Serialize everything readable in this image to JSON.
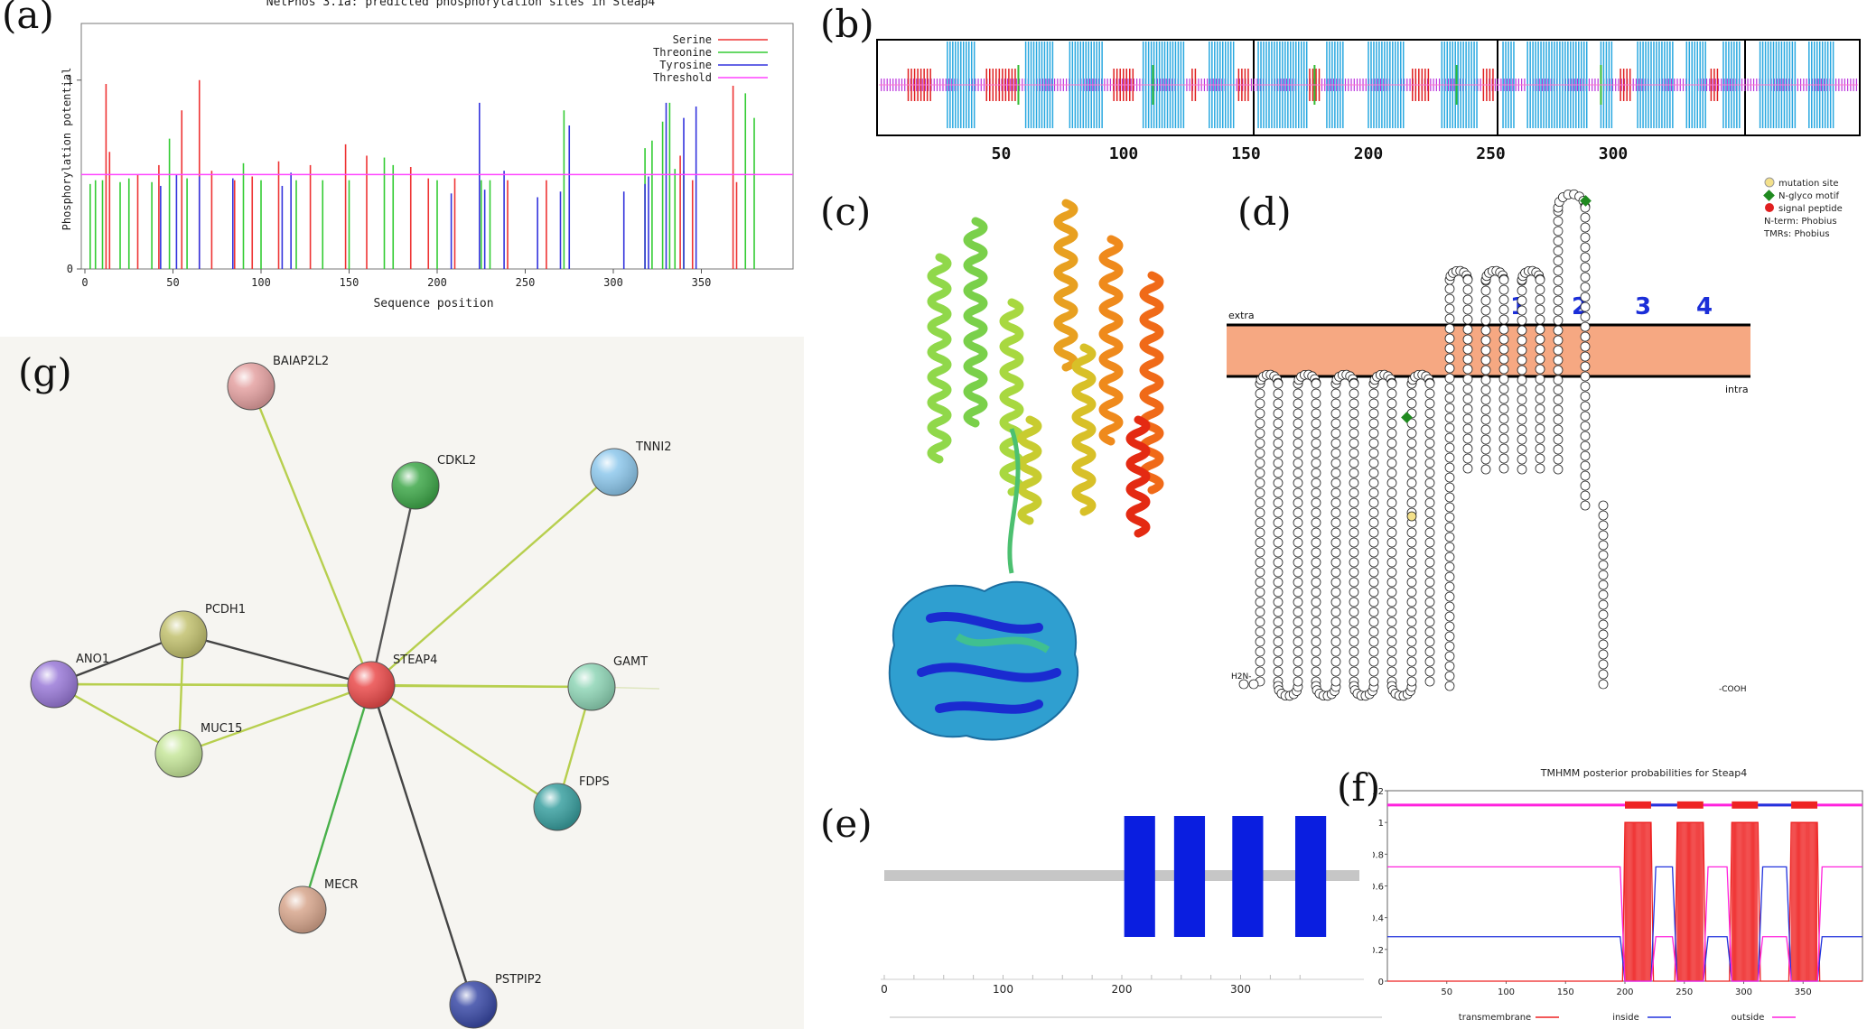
{
  "labels": {
    "a": "(a)",
    "b": "(b)",
    "c": "(c)",
    "d": "(d)",
    "e": "(e)",
    "f": "(f)",
    "g": "(g)"
  },
  "chart_data": [
    {
      "panel": "a",
      "type": "bar",
      "title": "NetPhos 3.1a: predicted phosphorylation sites in Steap4",
      "xlabel": "Sequence position",
      "ylabel": "Phosphorylation potential",
      "xlim": [
        0,
        400
      ],
      "ylim": [
        0,
        1.3
      ],
      "xticks": [
        0,
        50,
        100,
        150,
        200,
        250,
        300,
        350
      ],
      "yticks": [
        0,
        1
      ],
      "threshold": 0.5,
      "legend_position": "top-right",
      "colors": {
        "Serine": "#ee3333",
        "Threonine": "#33cc33",
        "Tyrosine": "#3333dd",
        "Threshold": "#ff44ff"
      },
      "series": [
        {
          "name": "Serine",
          "x": [
            12,
            14,
            30,
            42,
            55,
            65,
            72,
            85,
            95,
            110,
            128,
            148,
            160,
            185,
            195,
            210,
            240,
            262,
            338,
            345,
            368,
            370
          ],
          "values": [
            0.98,
            0.62,
            0.5,
            0.55,
            0.84,
            1.0,
            0.52,
            0.47,
            0.49,
            0.57,
            0.55,
            0.66,
            0.6,
            0.54,
            0.48,
            0.48,
            0.47,
            0.47,
            0.6,
            0.47,
            0.97,
            0.46
          ]
        },
        {
          "name": "Threonine",
          "x": [
            3,
            6,
            10,
            20,
            25,
            38,
            48,
            58,
            90,
            100,
            120,
            135,
            150,
            170,
            175,
            200,
            225,
            230,
            272,
            318,
            322,
            328,
            332,
            335,
            340,
            375,
            380
          ],
          "values": [
            0.45,
            0.47,
            0.47,
            0.46,
            0.48,
            0.46,
            0.69,
            0.48,
            0.56,
            0.47,
            0.47,
            0.47,
            0.47,
            0.59,
            0.55,
            0.47,
            0.47,
            0.47,
            0.84,
            0.64,
            0.68,
            0.78,
            0.88,
            0.53,
            0.52,
            0.93,
            0.8
          ]
        },
        {
          "name": "Tyrosine",
          "x": [
            43,
            52,
            65,
            84,
            112,
            117,
            208,
            224,
            227,
            238,
            257,
            270,
            275,
            306,
            318,
            320,
            330,
            340,
            347
          ],
          "values": [
            0.44,
            0.5,
            0.49,
            0.48,
            0.44,
            0.51,
            0.4,
            0.88,
            0.42,
            0.52,
            0.38,
            0.41,
            0.76,
            0.41,
            0.45,
            0.49,
            0.88,
            0.8,
            0.86
          ]
        }
      ]
    },
    {
      "panel": "f",
      "type": "line",
      "title": "TMHMM posterior probabilities for Steap4",
      "xlim": [
        0,
        400
      ],
      "ylim": [
        0,
        1.2
      ],
      "xticks": [
        50,
        100,
        150,
        200,
        250,
        300,
        350
      ],
      "yticks": [
        0,
        0.2,
        0.4,
        0.6,
        0.8,
        1,
        1.2
      ],
      "legend_position": "bottom",
      "tm_segments": [
        [
          200,
          222
        ],
        [
          244,
          266
        ],
        [
          290,
          312
        ],
        [
          340,
          362
        ]
      ],
      "colors": {
        "transmembrane": "#ee2222",
        "inside": "#2233dd",
        "outside": "#ff22dd"
      },
      "series": [
        {
          "name": "transmembrane",
          "x": [
            0,
            198,
            200,
            222,
            224,
            242,
            244,
            266,
            268,
            288,
            290,
            312,
            314,
            338,
            340,
            362,
            364,
            400
          ],
          "values": [
            0,
            0,
            1,
            1,
            0,
            0,
            1,
            1,
            0,
            0,
            1,
            1,
            0,
            0,
            1,
            1,
            0,
            0
          ]
        },
        {
          "name": "inside",
          "x": [
            0,
            196,
            200,
            222,
            226,
            240,
            244,
            266,
            270,
            286,
            290,
            312,
            316,
            336,
            340,
            362,
            366,
            400
          ],
          "values": [
            0.28,
            0.28,
            0,
            0,
            0.72,
            0.72,
            0,
            0,
            0.28,
            0.28,
            0,
            0,
            0.72,
            0.72,
            0,
            0,
            0.28,
            0.28
          ]
        },
        {
          "name": "outside",
          "x": [
            0,
            196,
            200,
            222,
            226,
            240,
            244,
            266,
            270,
            286,
            290,
            312,
            316,
            336,
            340,
            362,
            366,
            400
          ],
          "values": [
            0.72,
            0.72,
            0,
            0,
            0.28,
            0.28,
            0,
            0,
            0.72,
            0.72,
            0,
            0,
            0.28,
            0.28,
            0,
            0,
            0.72,
            0.72
          ]
        }
      ]
    },
    {
      "panel": "b",
      "type": "bar",
      "xticks": [
        50,
        100,
        150,
        200,
        250,
        300
      ],
      "xlim": [
        0,
        400
      ],
      "helix_segments": [
        [
          28,
          40
        ],
        [
          60,
          72
        ],
        [
          78,
          92
        ],
        [
          108,
          125
        ],
        [
          135,
          145
        ],
        [
          155,
          175
        ],
        [
          183,
          190
        ],
        [
          200,
          215
        ],
        [
          230,
          245
        ],
        [
          255,
          260
        ],
        [
          265,
          290
        ],
        [
          295,
          300
        ],
        [
          310,
          325
        ],
        [
          330,
          338
        ],
        [
          345,
          352
        ],
        [
          360,
          375
        ],
        [
          380,
          390
        ]
      ],
      "strand_segments": [
        [
          12,
          22
        ],
        [
          44,
          56
        ],
        [
          96,
          104
        ],
        [
          128,
          130
        ],
        [
          147,
          152
        ],
        [
          176,
          180
        ],
        [
          218,
          225
        ],
        [
          247,
          252
        ],
        [
          303,
          308
        ],
        [
          340,
          343
        ]
      ],
      "colors": {
        "helix": "#29a8e0",
        "strand": "#e02020",
        "coil": "#bb33dd",
        "turn": "#33bb33"
      }
    },
    {
      "panel": "e",
      "type": "bar",
      "xticks": [
        0,
        100,
        200,
        300
      ],
      "xlim": [
        0,
        400
      ],
      "tm_segments": [
        [
          202,
          228
        ],
        [
          244,
          270
        ],
        [
          293,
          319
        ],
        [
          346,
          372
        ]
      ],
      "colors": {
        "tm": "#0a1ee0",
        "backbone": "#c6c6c6"
      }
    }
  ],
  "panel_d": {
    "extra_label": "extra",
    "intra_label": "intra",
    "tm_numbers": [
      "1",
      "2",
      "3",
      "4"
    ],
    "legend": [
      "mutation site",
      "N-glyco motif",
      "signal peptide",
      "N-term: Phobius",
      "TMRs: Phobius"
    ],
    "n_term": "H2N-",
    "c_term": "-COOH"
  },
  "network": {
    "nodes": [
      {
        "id": "BAIAP2L2",
        "color": "#e4a1a1"
      },
      {
        "id": "CDKL2",
        "color": "#3fa84a"
      },
      {
        "id": "TNNI2",
        "color": "#8ec8ec"
      },
      {
        "id": "PCDH1",
        "color": "#c2c16f"
      },
      {
        "id": "ANO1",
        "color": "#9a7ad8"
      },
      {
        "id": "STEAP4",
        "color": "#ea4b4b"
      },
      {
        "id": "GAMT",
        "color": "#8fd5b6"
      },
      {
        "id": "MUC15",
        "color": "#c6e69a"
      },
      {
        "id": "FDPS",
        "color": "#3aa0a0"
      },
      {
        "id": "MECR",
        "color": "#d7a68d"
      },
      {
        "id": "PSTPIP2",
        "color": "#3a4aa6"
      }
    ]
  }
}
